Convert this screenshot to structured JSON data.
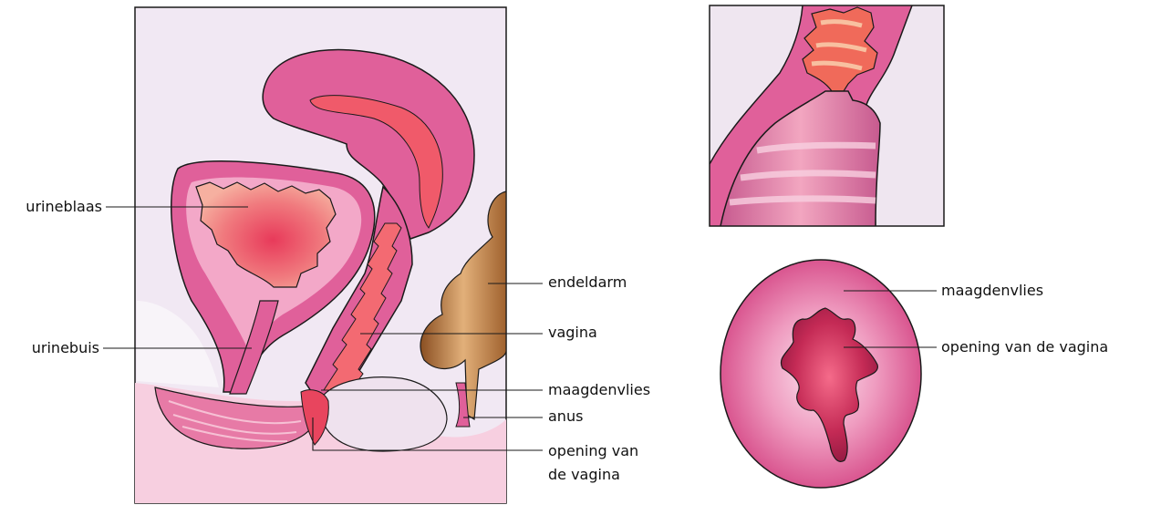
{
  "labels": {
    "urineblaas": "urineblaas",
    "urinebuis": "urinebuis",
    "endeldarm": "endeldarm",
    "vagina": "vagina",
    "maagdenvlies_side": "maagdenvlies",
    "anus": "anus",
    "opening_side_line1": "opening van",
    "opening_side_line2": "de vagina",
    "maagdenvlies_front": "maagdenvlies",
    "opening_front": "opening van de vagina"
  },
  "colors": {
    "frame_bg": "#f1e8f3",
    "tissue_pink": "#e0609a",
    "tissue_light": "#f3a8c8",
    "bladder_inner": "#ef7a86",
    "vagina_red": "#e8455e",
    "rectum_brown": "#c98a4e",
    "outline": "#1a1a1a"
  }
}
